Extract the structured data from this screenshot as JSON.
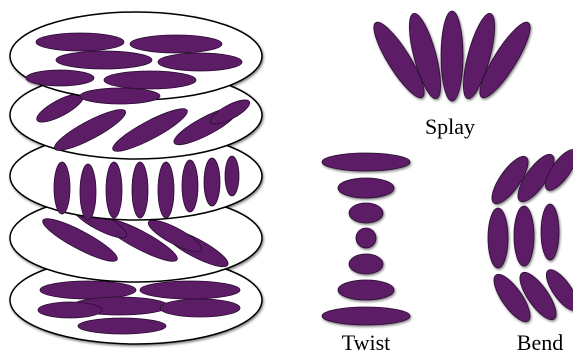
{
  "labels": {
    "splay": "Splay",
    "twist": "Twist",
    "bend": "Bend"
  },
  "colors": {
    "molecule_fill": "#5b1f66",
    "molecule_stroke": "#2a0a30",
    "disk_fill": "#ffffff",
    "disk_stroke": "#000000"
  }
}
